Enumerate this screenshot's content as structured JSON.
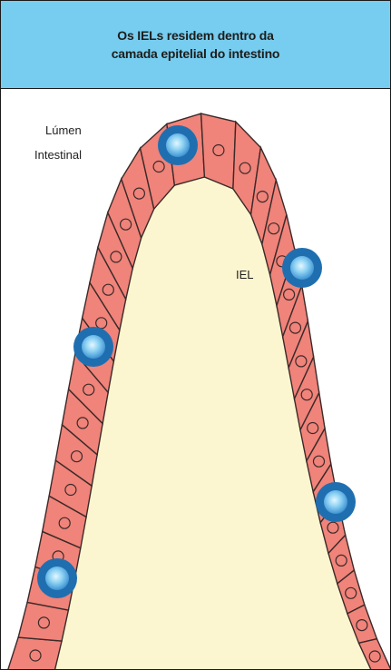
{
  "title": {
    "line1": "Os IELs residem dentro da",
    "line2": "camada epitelial do intestino"
  },
  "labels": {
    "lumen_line1": "Lúmen",
    "lumen_line2": "Intestinal",
    "iel": "IEL"
  },
  "colors": {
    "header_bg": "#76cdf0",
    "cell_fill": "#f0837a",
    "cell_stroke": "#3a2a28",
    "core_fill": "#fbf6cf",
    "iel_outer": "#1f6fb0",
    "iel_inner": "#8fd3f4"
  }
}
